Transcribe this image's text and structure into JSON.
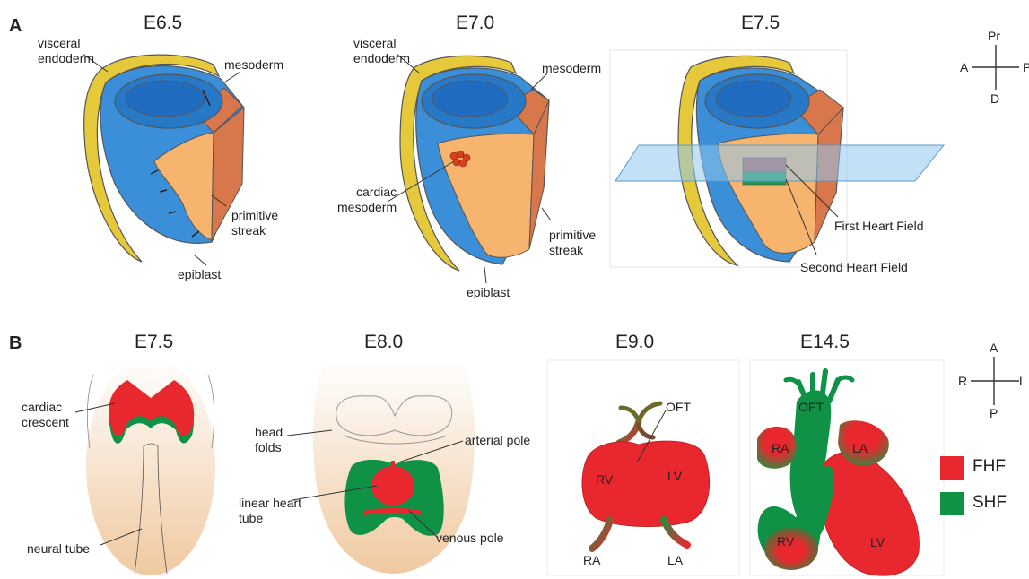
{
  "panels": {
    "a": "A",
    "b": "B"
  },
  "stages_a": [
    "E6.5",
    "E7.0",
    "E7.5"
  ],
  "stages_b": [
    "E7.5",
    "E8.0",
    "E9.0",
    "E14.5"
  ],
  "labels_a": {
    "visceral_endoderm_1": [
      "visceral",
      "endoderm"
    ],
    "mesoderm_1": "mesoderm",
    "primitive_streak_1": [
      "primitive",
      "streak"
    ],
    "epiblast_1": "epiblast",
    "visceral_endoderm_2": [
      "visceral",
      "endoderm"
    ],
    "mesoderm_2": "mesoderm",
    "cardiac_mesoderm": [
      "cardiac",
      "mesoderm"
    ],
    "primitive_streak_2": [
      "primitive",
      "streak"
    ],
    "epiblast_2": "epiblast",
    "first_heart_field": "First Heart Field",
    "second_heart_field": "Second Heart Field"
  },
  "labels_b": {
    "cardiac_crescent": [
      "cardiac",
      "crescent"
    ],
    "neural_tube": "neural tube",
    "head_folds": [
      "head",
      "folds"
    ],
    "arterial_pole": "arterial pole",
    "linear_heart_tube": [
      "linear heart",
      "tube"
    ],
    "venous_pole": "venous pole",
    "e9": {
      "oft": "OFT",
      "rv": "RV",
      "lv": "LV",
      "ra": "RA",
      "la": "LA"
    },
    "e14": {
      "oft": "OFT",
      "ra": "RA",
      "la": "LA",
      "rv": "RV",
      "lv": "LV"
    }
  },
  "axes_a": {
    "top": "Pr",
    "left": "A",
    "right": "P",
    "bottom": "D"
  },
  "axes_b": {
    "top": "A",
    "left": "R",
    "right": "L",
    "bottom": "P"
  },
  "legend": [
    {
      "label": "FHF",
      "color": "#e8282e"
    },
    {
      "label": "SHF",
      "color": "#0f9146"
    }
  ],
  "colors": {
    "endoderm": "#e6c93a",
    "epiblast": "#3b8fd9",
    "mesoderm": "#f6b46e",
    "streak": "#d8764c",
    "fhf": "#e8282e",
    "shf": "#0f9146",
    "plane": "#8fc7ee"
  }
}
